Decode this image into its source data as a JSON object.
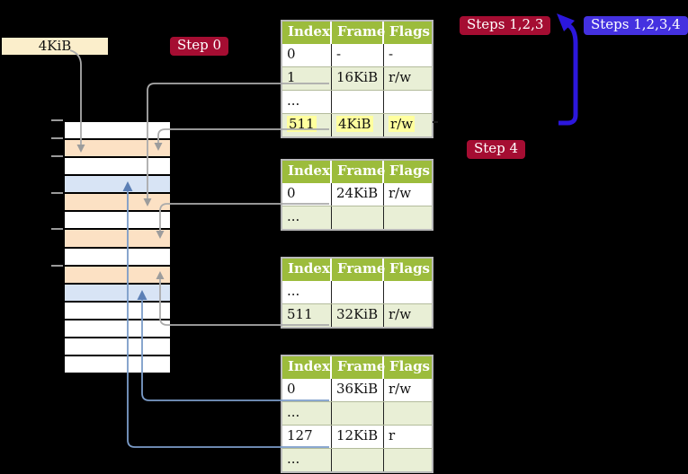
{
  "mem_label": "4KiB",
  "badges": {
    "step0": "Step 0",
    "steps123": "Steps 1,2,3",
    "steps1234": "Steps 1,2,3,4",
    "step4": "Step 4"
  },
  "colors": {
    "badge_red": "#a50d32",
    "badge_blue": "#4431e0",
    "big_arrow_blue": "#2c17dc",
    "pointer_gray": "#ababab",
    "pointer_steel_blue": "#7b9cc9",
    "table_header_green": "#9cbc3c",
    "table_row_green": "#e9efd6",
    "highlight_yellow": "#ffff9e",
    "frame_table": "#fce1c4",
    "frame_page": "#d8e4f5",
    "frame_free": "#ffffff",
    "mem_label_bg": "#fbeecb"
  },
  "memory_strip": {
    "row_types": [
      "free",
      "table",
      "free",
      "page",
      "table",
      "free",
      "table",
      "free",
      "table",
      "page",
      "free",
      "free",
      "free",
      "free"
    ]
  },
  "tables": [
    {
      "headers": [
        "Index",
        "Frame",
        "Flags"
      ],
      "rows": [
        {
          "cells": [
            "0",
            "-",
            "-"
          ]
        },
        {
          "cells": [
            "1",
            "16KiB",
            "r/w"
          ]
        },
        {
          "cells": [
            "...",
            "",
            ""
          ]
        },
        {
          "cells": [
            "511",
            "4KiB",
            "r/w"
          ]
        }
      ]
    },
    {
      "headers": [
        "Index",
        "Frame",
        "Flags"
      ],
      "rows": [
        {
          "cells": [
            "0",
            "24KiB",
            "r/w"
          ]
        },
        {
          "cells": [
            "...",
            "",
            ""
          ]
        }
      ]
    },
    {
      "headers": [
        "Index",
        "Frame",
        "Flags"
      ],
      "rows": [
        {
          "cells": [
            "...",
            "",
            ""
          ]
        },
        {
          "cells": [
            "511",
            "32KiB",
            "r/w"
          ]
        }
      ]
    },
    {
      "headers": [
        "Index",
        "Frame",
        "Flags"
      ],
      "rows": [
        {
          "cells": [
            "0",
            "36KiB",
            "r/w"
          ]
        },
        {
          "cells": [
            "...",
            "",
            ""
          ]
        },
        {
          "cells": [
            "127",
            "12KiB",
            "r"
          ]
        },
        {
          "cells": [
            "...",
            "",
            ""
          ]
        }
      ]
    }
  ]
}
